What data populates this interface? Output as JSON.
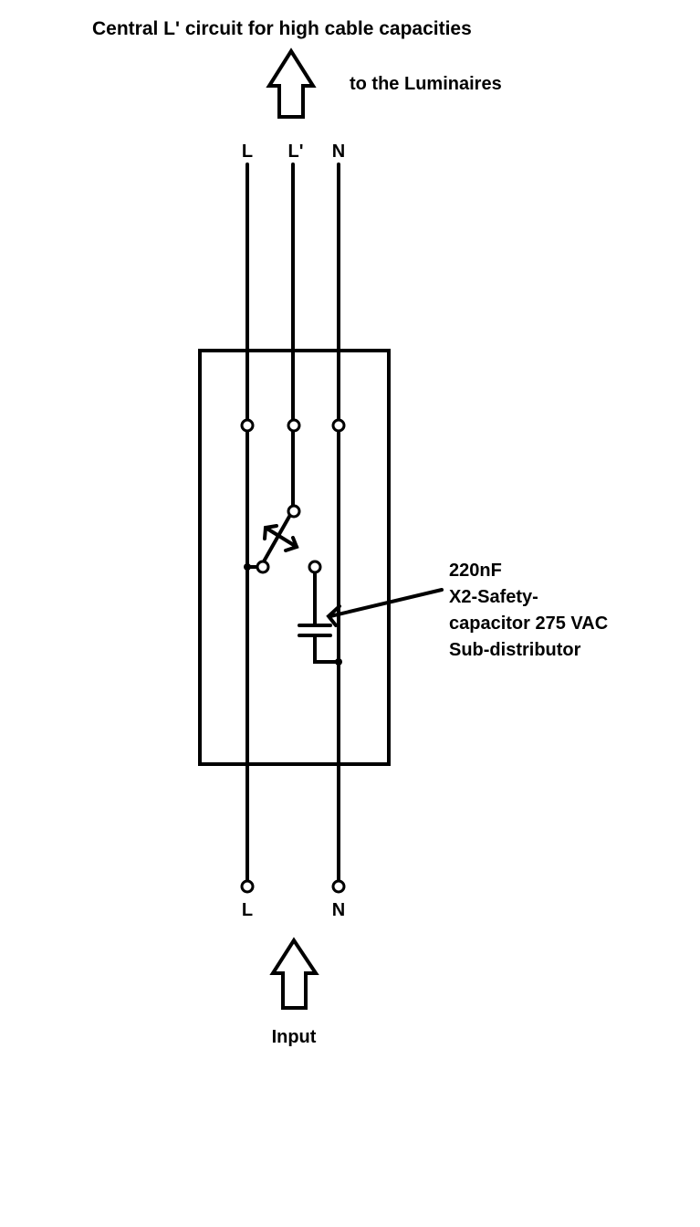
{
  "title": "Central L' circuit for high cable capacities",
  "output_label": "to the Luminaires",
  "top_terminals": [
    "L",
    "L'",
    "N"
  ],
  "bottom_terminals": [
    "L",
    "N"
  ],
  "input_label": "Input",
  "capacitor_note": {
    "line1": "220nF",
    "line2": "X2-Safety-",
    "line3": "capacitor 275 VAC",
    "line4": "Sub-distributor"
  },
  "icons": {
    "output_arrow": "arrow-up-icon",
    "input_arrow": "arrow-up-icon",
    "switch": "changeover-switch-icon",
    "capacitor": "capacitor-icon"
  }
}
